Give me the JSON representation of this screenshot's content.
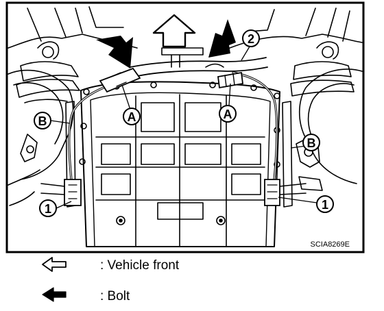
{
  "figure": {
    "code": "SCIA8269E",
    "callouts": {
      "a": "A",
      "b": "B",
      "one": "1",
      "two": "2"
    }
  },
  "legend": {
    "items": [
      {
        "icon": "hollow-arrow-left-icon",
        "text": ": Vehicle front"
      },
      {
        "icon": "solid-arrow-left-icon",
        "text": ": Bolt"
      }
    ]
  }
}
